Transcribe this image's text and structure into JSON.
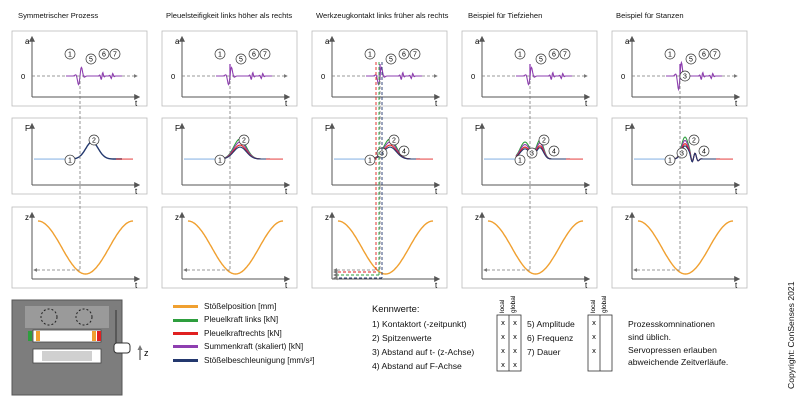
{
  "columns": [
    {
      "title": "Symmetrischer Prozess"
    },
    {
      "title": "Pleuelsteifigkeit links höher als rechts"
    },
    {
      "title": "Werkzeugkontakt links früher als rechts"
    },
    {
      "title": "Beispiel für Tiefziehen"
    },
    {
      "title": "Beispiel für Stanzen"
    }
  ],
  "axes": {
    "accel_label": "a",
    "force_label": "F",
    "position_label": "z",
    "time_label": "t",
    "zero_label": "0"
  },
  "markers": {
    "m1": "1",
    "m2": "2",
    "m3": "3",
    "m4": "4",
    "m5": "5",
    "m6": "6",
    "m7": "7"
  },
  "press": {
    "axis_label": "z"
  },
  "legend": [
    {
      "label": "Stößelposition [mm]",
      "color": "#f0a030"
    },
    {
      "label": "Pleuelkraft links [kN]",
      "color": "#2e9e3e"
    },
    {
      "label": "Pleuelkraftrechts [kN]",
      "color": "#e02020"
    },
    {
      "label": "Summenkraft (skaliert) [kN]",
      "color": "#8e3fb0"
    },
    {
      "label": "Stößelbeschleunigung [mm/s²]",
      "color": "#23386e"
    }
  ],
  "kennwerte": {
    "title": "Kennwerte:",
    "local_label": "local",
    "global_label": "global",
    "check_mark": "x",
    "left_items": [
      "1) Kontaktort (-zeitpunkt)",
      "2) Spitzenwerte",
      "3) Abstand auf t- (z-Achse)",
      "4) Abstand auf F-Achse"
    ],
    "right_items": [
      "5) Amplitude",
      "6) Frequenz",
      "7) Dauer"
    ]
  },
  "note": [
    "Prozesskomninationen",
    "sind üblich.",
    "Servopressen erlauben",
    "abweichende Zeitverläufe."
  ],
  "copyright": "Copyright: ConSenses 2021",
  "colors": {
    "position": "#f0a030",
    "force_left": "#2e9e3e",
    "force_right": "#e02020",
    "force_sum": "#8e3fb0",
    "acceleration": "#23386e",
    "reference": "#8fb8e6",
    "panel_border": "#bbbbbb",
    "dashed": "#7a7a7a"
  }
}
